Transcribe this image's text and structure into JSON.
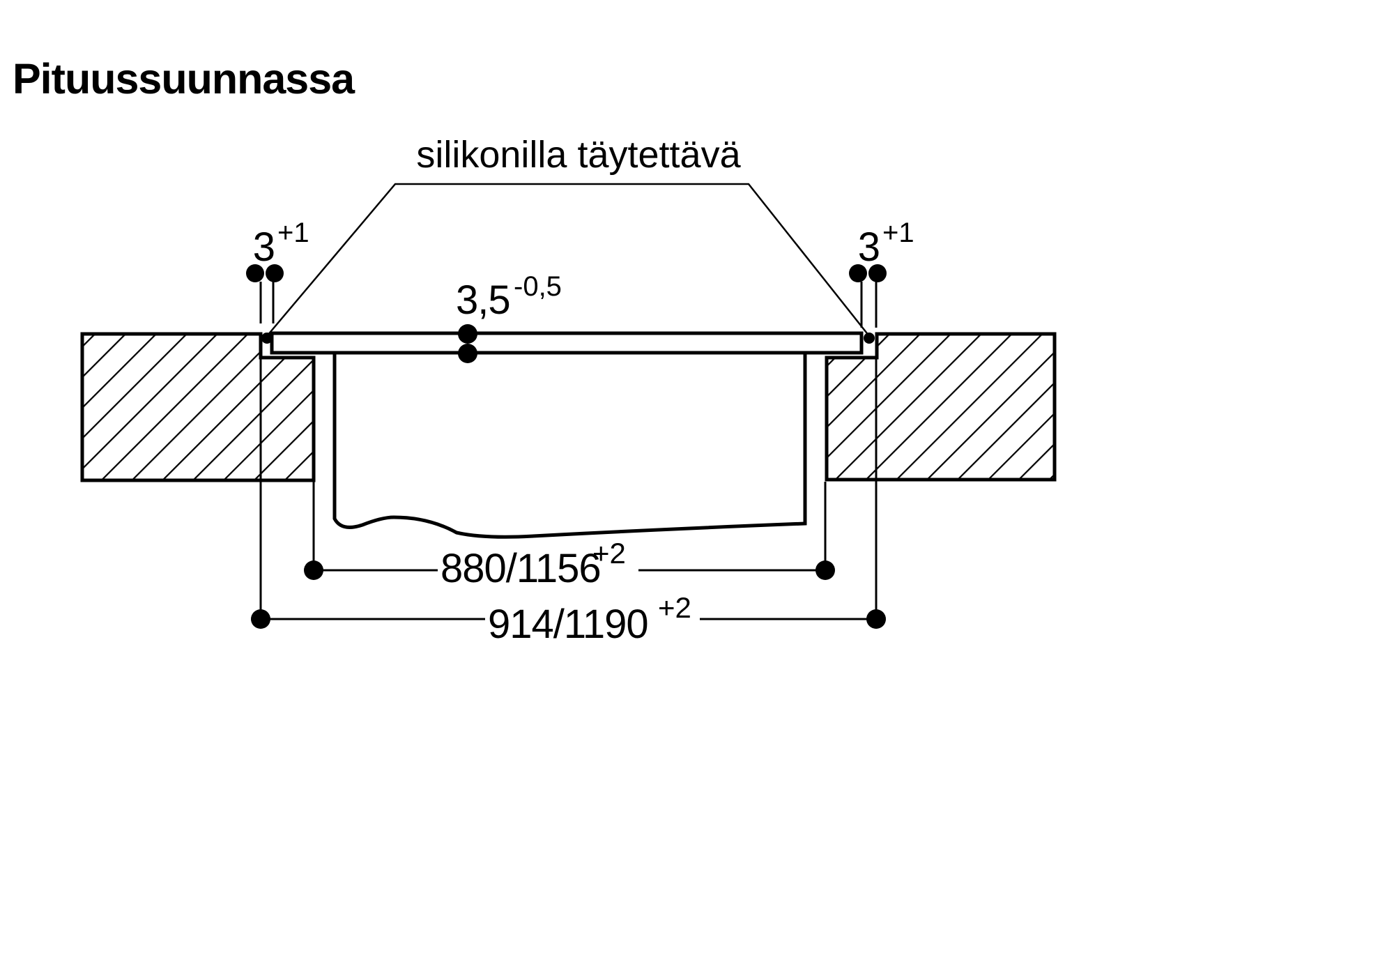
{
  "page": {
    "title": "Pituussuunnassa",
    "background_color": "#ffffff",
    "line_color": "#000000"
  },
  "callout": {
    "text": "silikonilla täytettävä"
  },
  "dimensions": {
    "joint_gap_left": {
      "value": "3",
      "tolerance": "+1"
    },
    "joint_gap_right": {
      "value": "3",
      "tolerance": "+1"
    },
    "panel_thickness": {
      "value": "3,5",
      "tolerance": "-0,5"
    },
    "inner_cutout_width": {
      "value": "880/1156",
      "tolerance": "+2"
    },
    "outer_cutout_width": {
      "value": "914/1190",
      "tolerance": "+2"
    }
  }
}
